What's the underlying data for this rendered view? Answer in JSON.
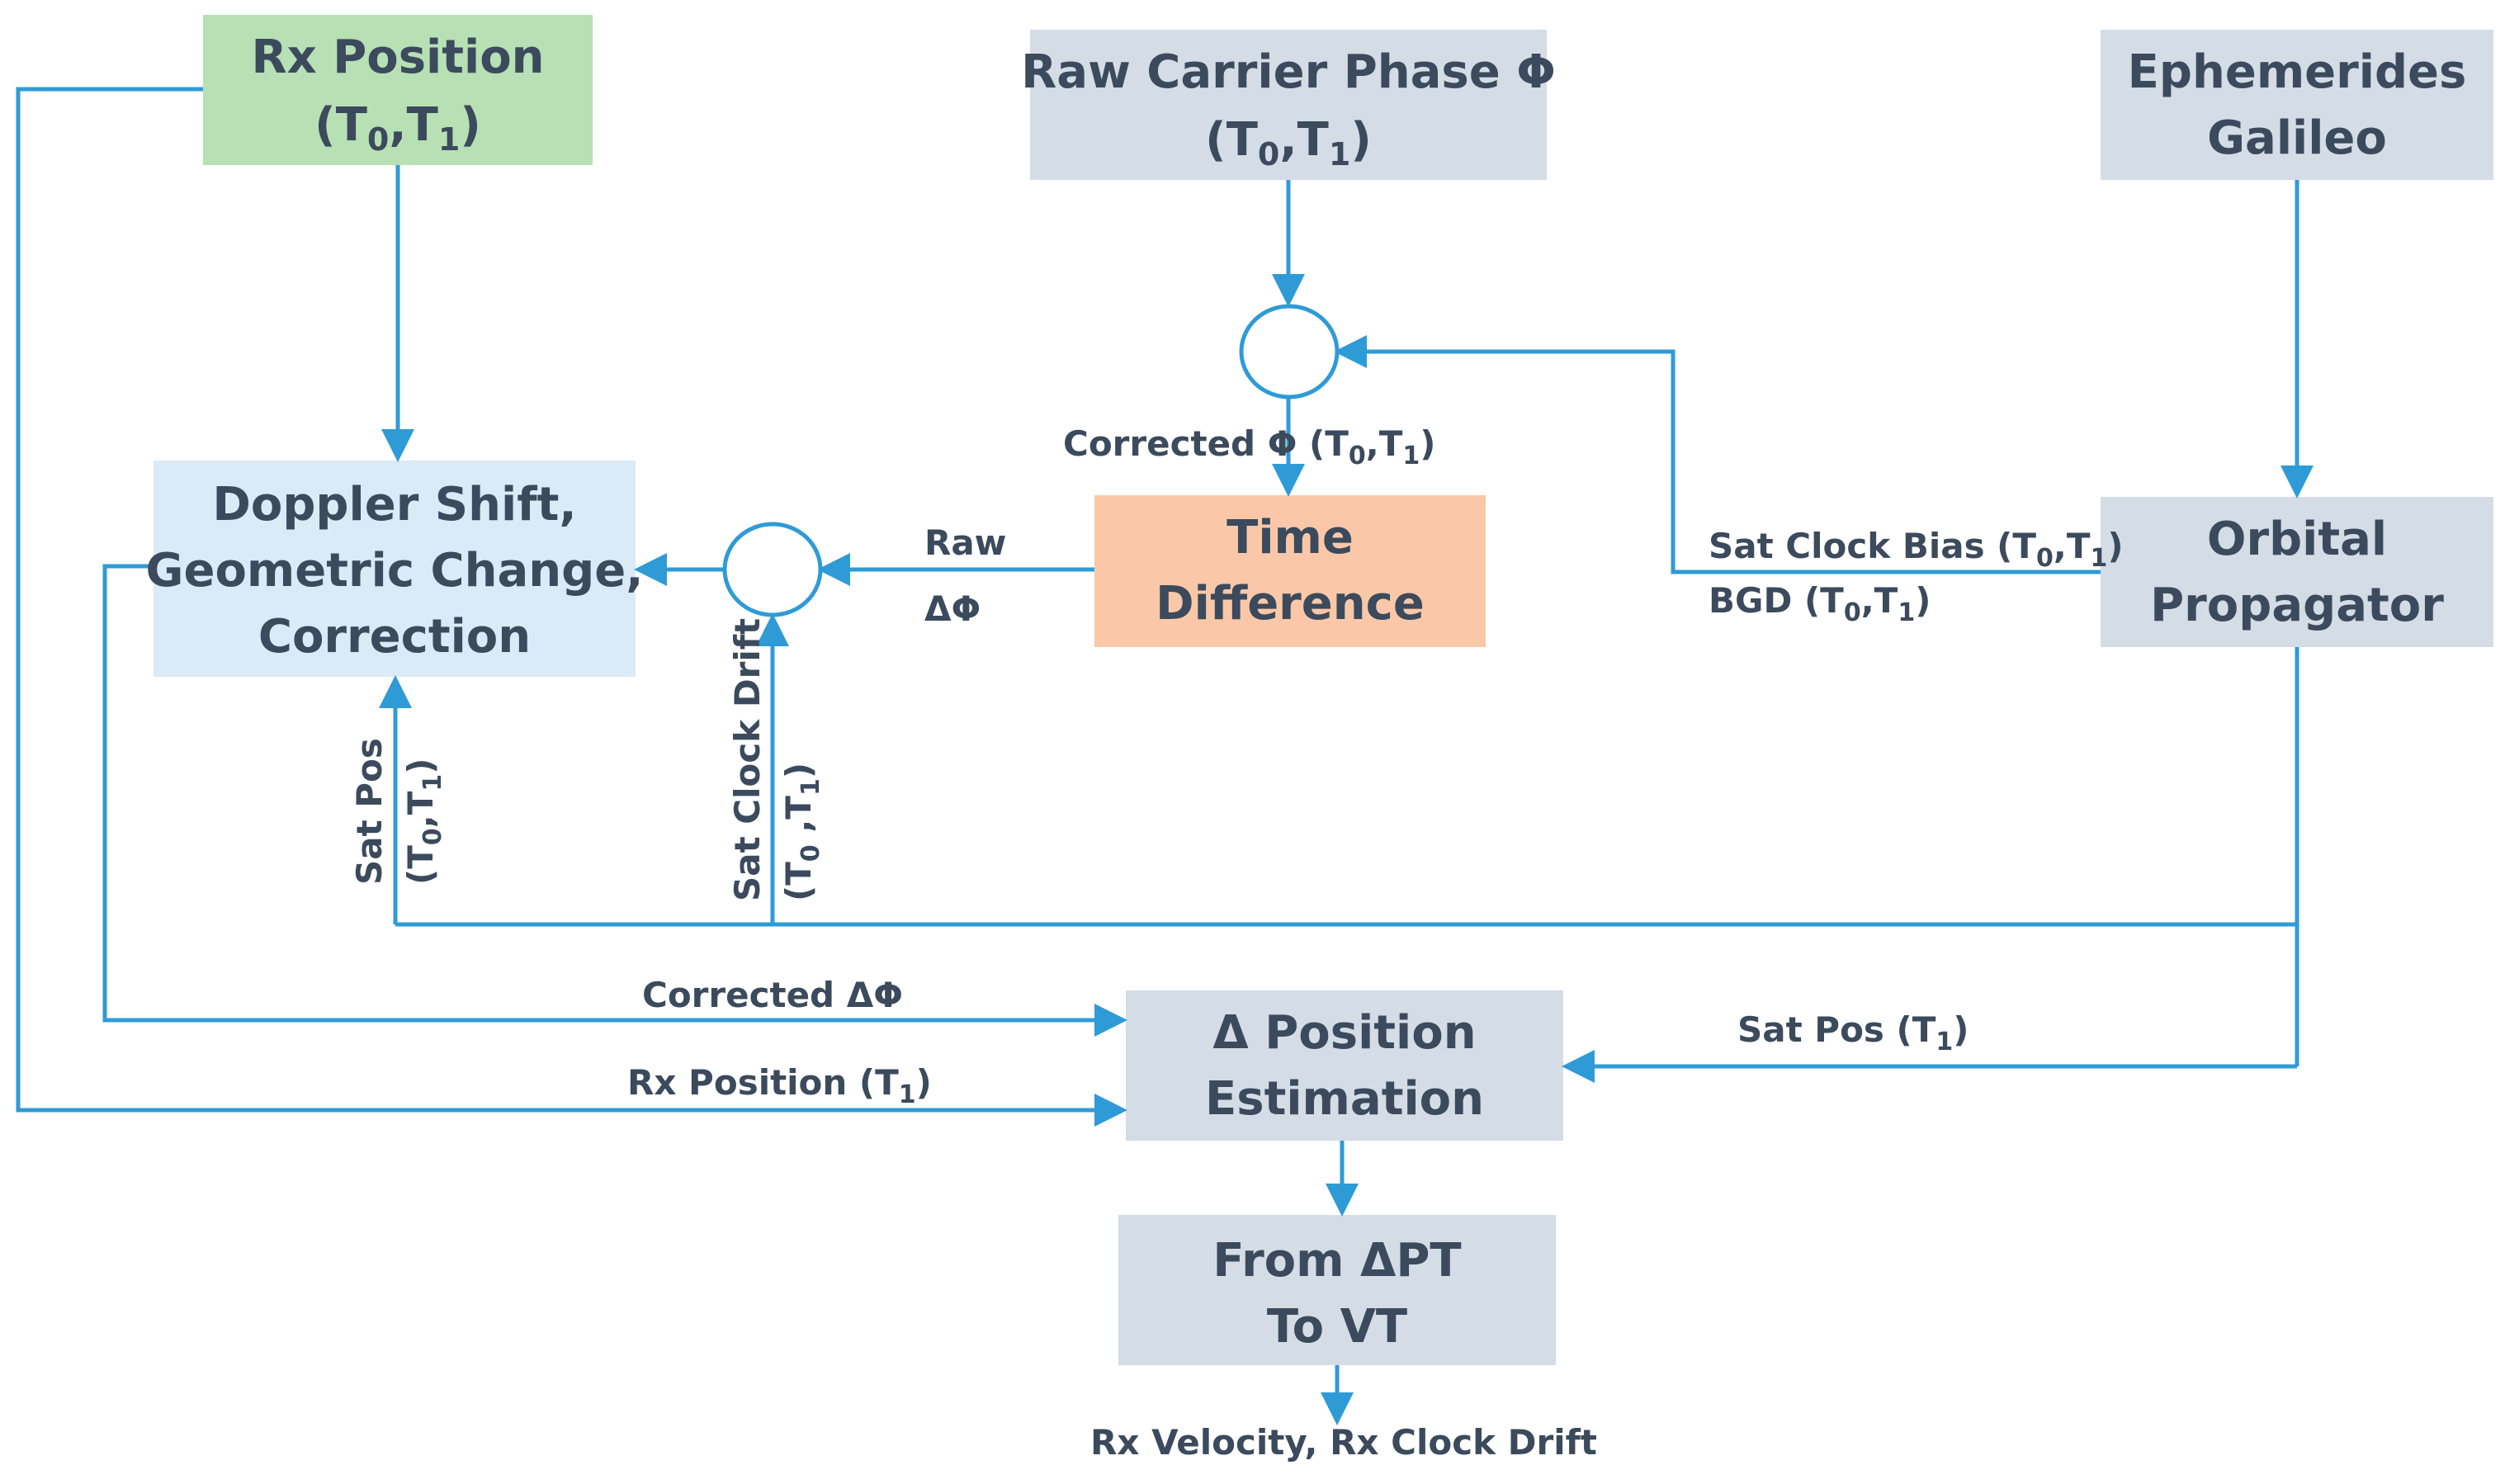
{
  "colors": {
    "line": "#2f9bd6",
    "text": "#3b4a5c",
    "box_gray": "#d4dde6",
    "box_green": "#b7e0b4",
    "box_blue": "#daeaf7",
    "box_orange": "#fac8a8"
  },
  "boxes": {
    "rx_position": {
      "line1": "Rx Position",
      "line2_base": "(T",
      "line2_s0": "0",
      "line2_mid": ",T",
      "line2_s1": "1",
      "line2_end": ")"
    },
    "raw_carrier": {
      "line1": "Raw Carrier Phase Φ",
      "line2_base": "(T",
      "line2_s0": "0",
      "line2_mid": ",T",
      "line2_s1": "1",
      "line2_end": ")"
    },
    "ephemerides": {
      "line1": "Ephemerides",
      "line2": "Galileo"
    },
    "doppler": {
      "line1": "Doppler Shift,",
      "line2": "Geometric Change,",
      "line3": "Correction"
    },
    "time_difference": {
      "line1": "Time",
      "line2": "Difference"
    },
    "orbital": {
      "line1": "Orbital",
      "line2": "Propagator"
    },
    "delta_position": {
      "line1": "Δ Position",
      "line2": "Estimation"
    },
    "from_dpt": {
      "line1": "From ΔPT",
      "line2": "To VT"
    }
  },
  "labels": {
    "corrected_phi": {
      "a": "Corrected Φ (T",
      "s0": "0",
      "b": ",T",
      "s1": "1",
      "c": ")"
    },
    "raw_dphi": {
      "line1": "Raw",
      "line2": "ΔΦ"
    },
    "sat_clock_bias": {
      "a": "Sat Clock Bias (T",
      "s0": "0",
      "b": ",T",
      "s1": "1",
      "c": ")"
    },
    "bgd": {
      "a": "BGD (T",
      "s0": "0",
      "b": ",T",
      "s1": "1",
      "c": ")"
    },
    "sat_pos_vert": {
      "line1": "Sat Pos",
      "a": "(T",
      "s0": "0",
      "b": ",T",
      "s1": "1",
      "c": ")"
    },
    "sat_clock_drift_vert": {
      "line1": "Sat Clock Drift",
      "a": "(T",
      "s0": "0",
      "b": " ,T",
      "s1": "1",
      "c": ")"
    },
    "corrected_dphi": "Corrected ΔΦ",
    "rx_position_t1": {
      "a": "Rx Position (T",
      "s1": "1",
      "c": ")"
    },
    "sat_pos_t1": {
      "a": "Sat Pos (T",
      "s1": "1",
      "c": ")"
    },
    "output": "Rx Velocity, Rx Clock Drift"
  }
}
